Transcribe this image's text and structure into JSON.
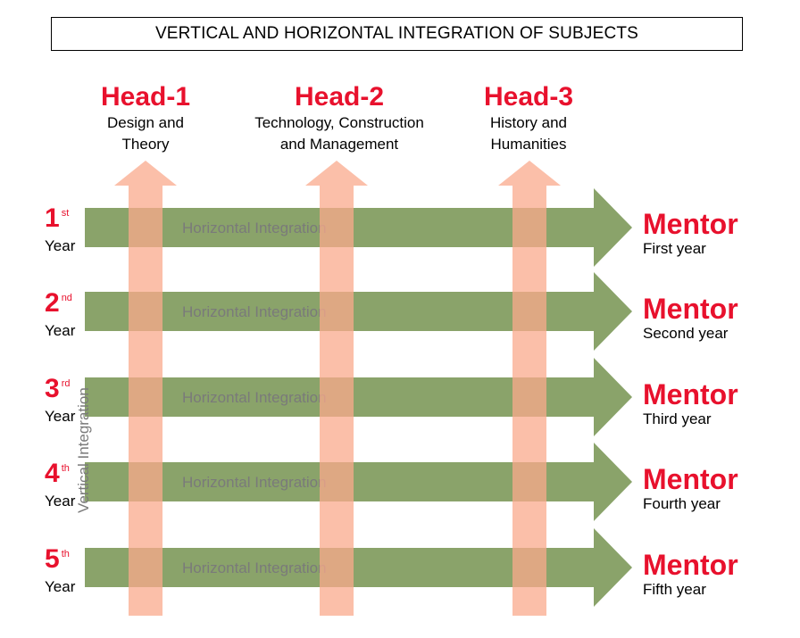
{
  "title": "VERTICAL AND HORIZONTAL INTEGRATION OF SUBJECTS",
  "colors": {
    "accent_red": "#e8112d",
    "horizontal_arrow": "#8aa36a",
    "vertical_arrow": "#f9a98c",
    "label_gray": "#7a7a7a"
  },
  "heads": [
    {
      "title": "Head-1",
      "subtitle": "Design and\nTheory"
    },
    {
      "title": "Head-2",
      "subtitle": "Technology, Construction\nand Management"
    },
    {
      "title": "Head-3",
      "subtitle": "History and\nHumanities"
    }
  ],
  "rows": [
    {
      "number": "1",
      "suffix": "st",
      "year_word": "Year",
      "arrow_label": "Horizontal Integration",
      "mentor_title": "Mentor",
      "mentor_sub": "First year"
    },
    {
      "number": "2",
      "suffix": "nd",
      "year_word": "Year",
      "arrow_label": "Horizontal Integration",
      "mentor_title": "Mentor",
      "mentor_sub": "Second year"
    },
    {
      "number": "3",
      "suffix": "rd",
      "year_word": "Year",
      "arrow_label": "Horizontal Integration",
      "mentor_title": "Mentor",
      "mentor_sub": "Third year"
    },
    {
      "number": "4",
      "suffix": "th",
      "year_word": "Year",
      "arrow_label": "Horizontal Integration",
      "mentor_title": "Mentor",
      "mentor_sub": "Fourth year"
    },
    {
      "number": "5",
      "suffix": "th",
      "year_word": "Year",
      "arrow_label": "Horizontal Integration",
      "mentor_title": "Mentor",
      "mentor_sub": "Fifth year"
    }
  ],
  "vertical_label": "Vertical Integration"
}
